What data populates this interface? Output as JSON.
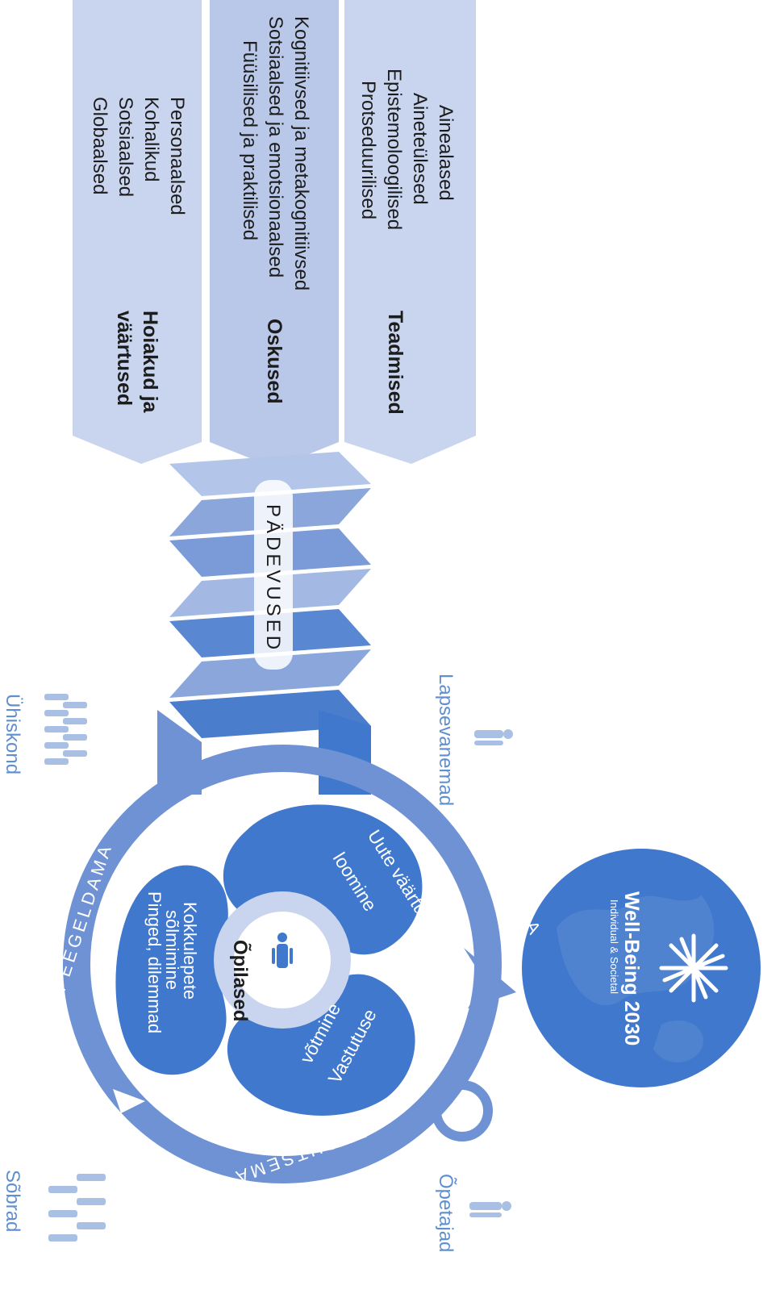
{
  "colors": {
    "light": "#c9d5ee",
    "mid": "#8aa6db",
    "band": "#6e92d4",
    "dark": "#3f78cc",
    "deep": "#2d66c2",
    "text_dark": "#1c1c1c",
    "text_blue": "#5f8fce",
    "icon": "#a9bfe3"
  },
  "top_columns": {
    "knowledge": {
      "title": "Teadmised",
      "items": [
        "Ainealased",
        "Aineteülesed",
        "Epistemoloogilised",
        "Protseduurilised"
      ]
    },
    "skills": {
      "title": "Oskused",
      "items": [
        "Kognitiivsed ja metakognitiivsed",
        "Sotsiaalsed ja emotsionaalsed",
        "Füüsilised ja praktilised"
      ]
    },
    "attitudes": {
      "title_line1": "Hoiakud ja",
      "title_line2": "väärtused",
      "items": [
        "Personaalsed",
        "Kohalikud",
        "Sotsiaalsed",
        "Globaalsed"
      ]
    }
  },
  "helix_label": "PÄDEVUSED",
  "stakeholders": {
    "parents": "Lapsevanemad",
    "community": "Ühiskond",
    "teachers": "Õpetajad",
    "friends": "Sõbrad",
    "students": "Õpilased"
  },
  "cycle": {
    "anticipate": "ETTE NÄGEMA",
    "reflect": "PEEGELDAMA",
    "act": "TEGUTSEMA"
  },
  "petals": {
    "create_value": [
      "Uute väärtuste",
      "loomine"
    ],
    "responsibility": [
      "Vastutuse",
      "võtmine"
    ],
    "reconcile": [
      "Kokkulepete",
      "sõlmimine",
      "Pinged, dilemmad"
    ]
  },
  "wellbeing": {
    "title": "Well-Being 2030",
    "subtitle": "Individual & Societal"
  }
}
